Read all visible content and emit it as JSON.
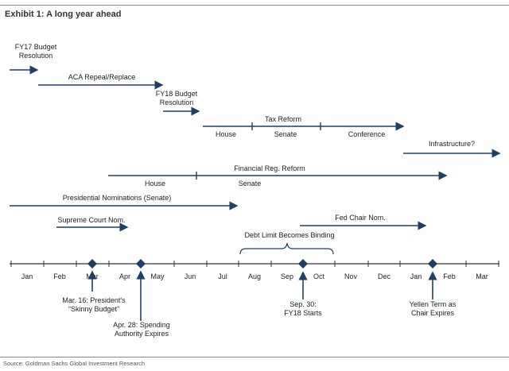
{
  "title": "Exhibit 1: A long year ahead",
  "source": "Source: Goldman Sachs Global Investment Research",
  "colors": {
    "arrow": "#1f3f66",
    "axis": "#333333",
    "marker": "#1f3f66"
  },
  "months": [
    "Jan",
    "Feb",
    "Mar",
    "Apr",
    "May",
    "Jun",
    "Jul",
    "Aug",
    "Sep",
    "Oct",
    "Nov",
    "Dec",
    "Jan",
    "Feb",
    "Mar"
  ],
  "tracks": [
    {
      "id": "fy17",
      "label": "FY17 Budget\nResolution"
    },
    {
      "id": "aca",
      "label": "ACA Repeal/Replace"
    },
    {
      "id": "fy18",
      "label": "FY18 Budget\nResolution"
    },
    {
      "id": "tax",
      "label": "Tax Reform",
      "segments": [
        "House",
        "Senate",
        "Conference"
      ]
    },
    {
      "id": "infra",
      "label": "Infrastructure?"
    },
    {
      "id": "finreg",
      "label": "Financial Reg. Reform",
      "segments": [
        "House",
        "Senate"
      ]
    },
    {
      "id": "nominations",
      "label": "Presidential Nominations (Senate)"
    },
    {
      "id": "scotus",
      "label": "Supreme Court Nom."
    },
    {
      "id": "fedchair",
      "label": "Fed Chair Nom."
    }
  ],
  "brace_label": "Debt Limit Becomes Binding",
  "events": [
    {
      "id": "mar16",
      "label": "Mar. 16: President's\n“Skinny Budget”"
    },
    {
      "id": "apr28",
      "label": "Apr. 28: Spending\nAuthority Expires"
    },
    {
      "id": "sep30",
      "label": "Sep. 30:\nFY18 Starts"
    },
    {
      "id": "yellen",
      "label": "Yellen Term as\nChair Expires"
    }
  ]
}
